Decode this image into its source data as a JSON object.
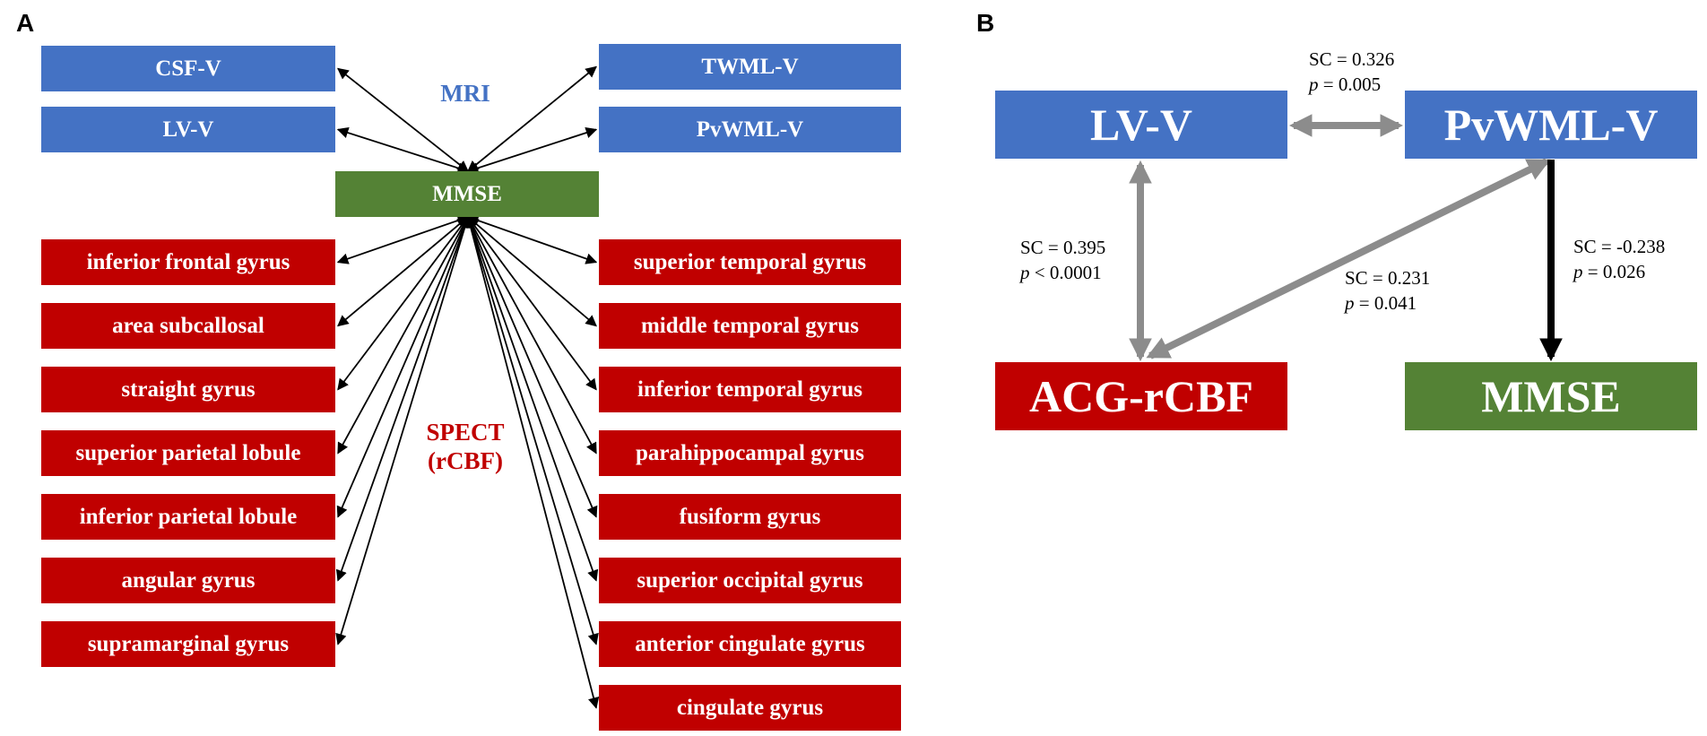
{
  "panel_a": {
    "letter": "A",
    "mri_label": "MRI",
    "spect_label_line1": "SPECT",
    "spect_label_line2": "(rCBF)",
    "center": "MMSE",
    "mri_left": [
      "CSF-V",
      "LV-V"
    ],
    "mri_right": [
      "TWML-V",
      "PvWML-V"
    ],
    "spect_left": [
      "inferior frontal gyrus",
      "area subcallosal",
      "straight gyrus",
      "superior parietal lobule",
      "inferior parietal lobule",
      "angular gyrus",
      "supramarginal gyrus"
    ],
    "spect_right": [
      "superior temporal gyrus",
      "middle temporal gyrus",
      "inferior temporal gyrus",
      "parahippocampal gyrus",
      "fusiform gyrus",
      "superior occipital gyrus",
      "anterior cingulate gyrus",
      "cingulate gyrus"
    ]
  },
  "panel_b": {
    "letter": "B",
    "nodes": {
      "lvv": "LV-V",
      "pvwml": "PvWML-V",
      "acg": "ACG-rCBF",
      "mmse": "MMSE"
    },
    "edges": {
      "lvv_pvwml": {
        "sc": "SC = 0.326",
        "p_sym": "p",
        "p_rest": " = 0.005"
      },
      "lvv_acg": {
        "sc": "SC = 0.395",
        "p_sym": "p",
        "p_rest": " < 0.0001"
      },
      "pvwml_acg": {
        "sc": "SC = 0.231",
        "p_sym": "p",
        "p_rest": " = 0.041"
      },
      "pvwml_mmse": {
        "sc": "SC = -0.238",
        "p_sym": "p",
        "p_rest": " = 0.026"
      }
    }
  },
  "colors": {
    "mri": "#4472c4",
    "center": "#548235",
    "spect": "#c00000",
    "gray_arrow": "#8c8c8c",
    "black_arrow": "#000000"
  }
}
